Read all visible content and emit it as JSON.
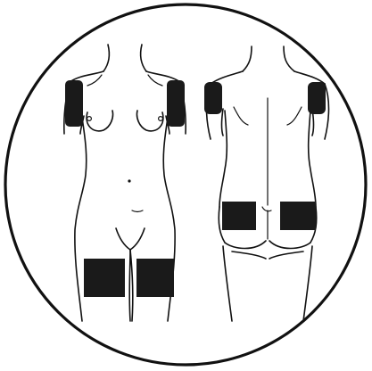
{
  "illustration": {
    "frame_shape": "circle",
    "views": [
      "front",
      "back"
    ],
    "site_color": "#1a1a1a",
    "line_color": "#111111",
    "background_color": "#ffffff",
    "application_sites": {
      "front": [
        "left-upper-arm",
        "right-upper-arm",
        "left-thigh",
        "right-thigh"
      ],
      "back": [
        "left-upper-arm",
        "right-upper-arm",
        "left-upper-buttock",
        "right-upper-buttock"
      ]
    }
  }
}
